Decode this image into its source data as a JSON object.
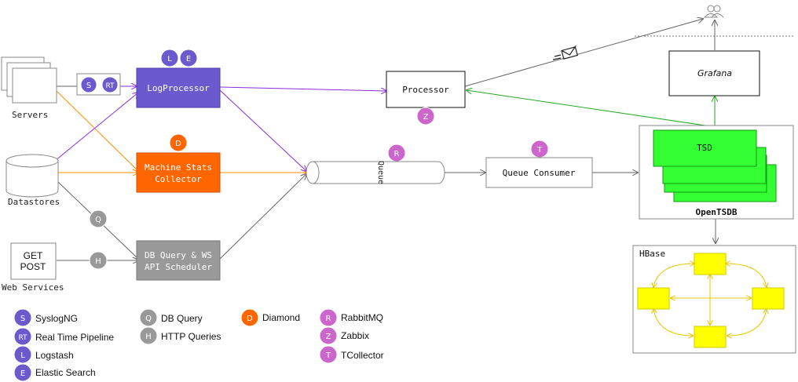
{
  "sources": {
    "servers": "Servers",
    "datastores": "Datastores",
    "web_services": "Web Services",
    "web_box_line1": "GET",
    "web_box_line2": "POST"
  },
  "processes": {
    "log_processor": "LogProcessor",
    "machine_stats_line1": "Machine Stats",
    "machine_stats_line2": "Collector",
    "db_query_line1": "DB Query & WS",
    "db_query_line2": "API Scheduler",
    "processor": "Processor",
    "queue": "Queue",
    "queue_consumer": "Queue Consumer",
    "grafana": "Grafana",
    "tsd": "TSD",
    "opentsdb": "OpenTSDB",
    "hbase": "HBase"
  },
  "badges": {
    "s": "S",
    "rt": "RT",
    "l": "L",
    "e": "E",
    "d": "D",
    "q": "Q",
    "h": "H",
    "r": "R",
    "z": "Z",
    "t": "T"
  },
  "legend": {
    "syslogng": "SyslogNG",
    "realtime": "Real Time Pipeline",
    "logstash": "Logstash",
    "elastic": "Elastic Search",
    "dbquery": "DB Query",
    "http": "HTTP Queries",
    "diamond": "Diamond",
    "rabbitmq": "RabbitMQ",
    "zabbix": "Zabbix",
    "tcollector": "TCollector"
  },
  "colors": {
    "blue_node": "#6a5acd",
    "badge_blue": "#6a5acd",
    "orange": "#ff6600",
    "gray_node": "#999999",
    "pink_badge": "#cc66cc",
    "tsd_green": "#33ff33",
    "hbase_yellow": "#ffff00",
    "edge_purple": "#8a2be2",
    "edge_orange": "#ff8c00",
    "edge_gray": "#666666",
    "edge_green": "#22aa22",
    "edge_yellow": "#e6c800"
  },
  "icons": {
    "users": "users-icon",
    "mail": "mail-arrow-icon"
  }
}
